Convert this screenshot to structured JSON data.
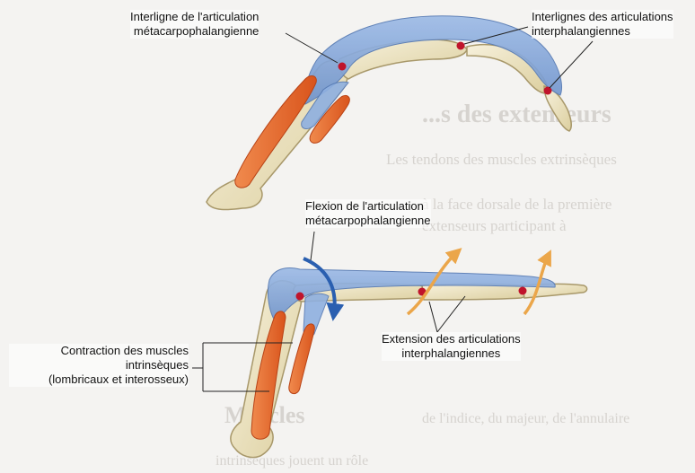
{
  "labels": {
    "mcp_joint_line": [
      "Interligne de l'articulation",
      "métacarpophalangienne"
    ],
    "ip_joint_lines": [
      "Interlignes des articulations",
      "interphalangiennes"
    ],
    "mcp_flexion": [
      "Flexion de l'articulation",
      "métacarpophalangienne"
    ],
    "ip_extension": [
      "Extension des articulations",
      "interphalangiennes"
    ],
    "muscle_contraction": [
      "Contraction des muscles",
      "intrinsèques",
      "(lombricaux et interosseux)"
    ]
  },
  "background_text": {
    "heading_extensors": "...s des extenseurs",
    "heading_muscles": "Muscles",
    "para_1": "Les tendons des muscles extrinsèques",
    "para_2": "à la face dorsale de la première",
    "para_3": "extenseurs participant à",
    "para_4": "de l'indice, du majeur, de l'annulaire",
    "para_5": "intrinsèques jouent un rôle"
  },
  "colors": {
    "bone": "#efe6c8",
    "bone_stroke": "#a8986a",
    "tendon_blue": "#7fa3d8",
    "muscle_orange": "#e5662a",
    "arrow_blue": "#2a5fb0",
    "arrow_orange": "#eba64a",
    "joint_dot": "#c0142b"
  }
}
